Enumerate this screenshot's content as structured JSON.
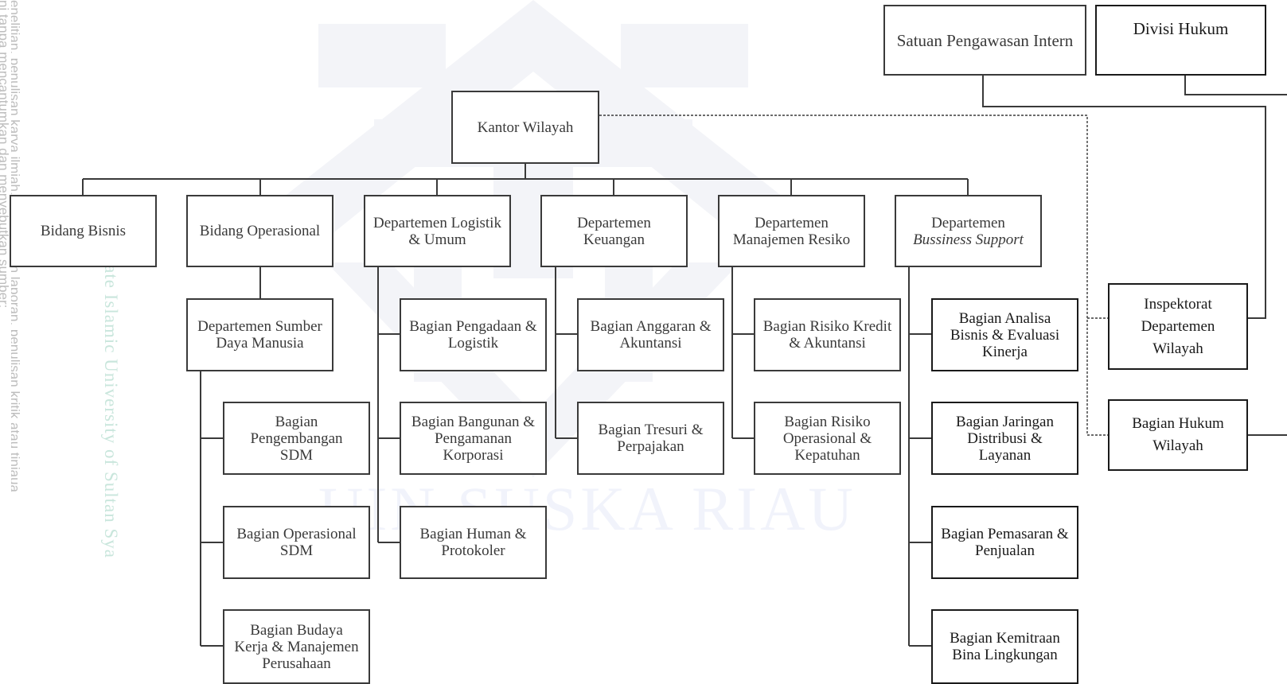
{
  "watermark": {
    "left_text": "ni tanpa mencantumkan dan menyebutkan sumber: enelitian, penulisan karya ilmiah, penyusunan laporan, penulisan kritik atau tinjaua",
    "left_col1": "ni tanpa mencantumkan dan menyebutkan sumber:",
    "left_col2": "enelitian, penulisan karya ilmiah, penyusunan laporan, penulisan kritik atau tinjaua",
    "right_text": "State Islamic University of Sultan Sya",
    "center_text": "UIN SUSKA RIAU"
  },
  "colors": {
    "line": "#3a3a3a",
    "watermark_green": "#c9e6dc",
    "watermark_logo": "#f3f4f8"
  },
  "nodes": {
    "spi": "Satuan Pengawasan Intern",
    "divisi_hukum": "Divisi Hukum",
    "kantor_wilayah": "Kantor Wilayah",
    "bidang_bisnis": "Bidang Bisnis",
    "bidang_operasional": "Bidang Operasional",
    "dept_logistik_line1": "Departemen Logistik",
    "dept_logistik_line2": "& Umum",
    "dept_keuangan_line1": "Departemen",
    "dept_keuangan_line2": "Keuangan",
    "dept_resiko_line1": "Departemen",
    "dept_resiko_line2": "Manajemen Resiko",
    "dept_bs_line1": "Departemen",
    "dept_bs_line2": "Bussiness Support",
    "dept_sdm_line1": "Departemen Sumber",
    "dept_sdm_line2": "Daya Manusia",
    "bag_pengembangan_sdm_1": "Bagian",
    "bag_pengembangan_sdm_2": "Pengembangan",
    "bag_pengembangan_sdm_3": "SDM",
    "bag_operasional_sdm_1": "Bagian Operasional",
    "bag_operasional_sdm_2": "SDM",
    "bag_budaya_1": "Bagian Budaya",
    "bag_budaya_2": "Kerja & Manajemen",
    "bag_budaya_3": "Perusahaan",
    "bag_pengadaan_1": "Bagian Pengadaan &",
    "bag_pengadaan_2": "Logistik",
    "bag_bangunan_1": "Bagian Bangunan &",
    "bag_bangunan_2": "Pengamanan",
    "bag_bangunan_3": "Korporasi",
    "bag_human_1": "Bagian Human &",
    "bag_human_2": "Protokoler",
    "bag_anggaran_1": "Bagian Anggaran &",
    "bag_anggaran_2": "Akuntansi",
    "bag_tresuri_1": "Bagian Tresuri &",
    "bag_tresuri_2": "Perpajakan",
    "bag_risiko_kredit_1": "Bagian Risiko Kredit",
    "bag_risiko_kredit_2": "& Akuntansi",
    "bag_risiko_op_1": "Bagian Risiko",
    "bag_risiko_op_2": "Operasional &",
    "bag_risiko_op_3": "Kepatuhan",
    "bag_analisa_1": "Bagian Analisa",
    "bag_analisa_2": "Bisnis & Evaluasi",
    "bag_analisa_3": "Kinerja",
    "bag_jaringan_1": "Bagian Jaringan",
    "bag_jaringan_2": "Distribusi &",
    "bag_jaringan_3": "Layanan",
    "bag_pemasaran_1": "Bagian Pemasaran &",
    "bag_pemasaran_2": "Penjualan",
    "bag_kemitraan_1": "Bagian Kemitraan",
    "bag_kemitraan_2": "Bina Lingkungan",
    "inspektorat_1": "Inspektorat",
    "inspektorat_2": "Departemen",
    "inspektorat_3": "Wilayah",
    "bag_hukum_1": "Bagian Hukum",
    "bag_hukum_2": "Wilayah"
  }
}
